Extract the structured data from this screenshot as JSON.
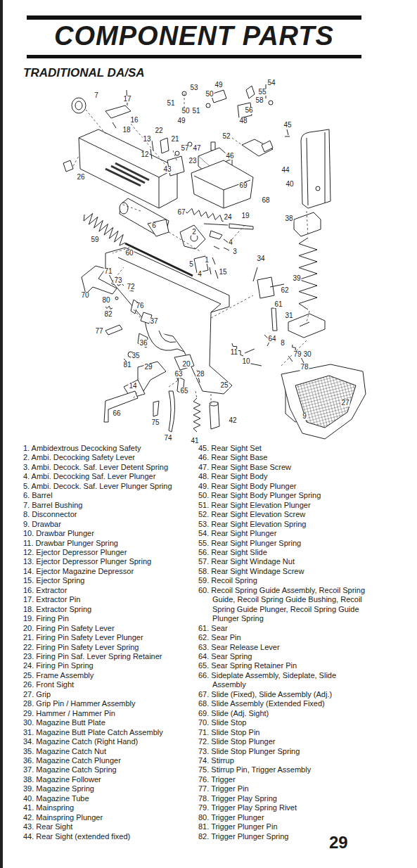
{
  "diagram": {
    "title": "COMPONENT PARTS",
    "labels": [
      "TRADITIONAL DA/SA",
      "7",
      "17",
      "16",
      "18",
      "53",
      "49",
      "50",
      "54",
      "55",
      "58",
      "51",
      "50",
      "51",
      "49",
      "56",
      "48",
      "45",
      "22",
      "21",
      "13",
      "52",
      "12",
      "57",
      "47",
      "46",
      "23",
      "43",
      "44",
      "26",
      "40",
      "69",
      "68",
      "67",
      "24",
      "19",
      "38",
      "6",
      "2",
      "4",
      "3",
      "59",
      "60",
      "5",
      "1",
      "34",
      "4",
      "15",
      "71",
      "73",
      "72",
      "39",
      "70",
      "62",
      "80",
      "76",
      "61",
      "82",
      "31",
      "37",
      "77",
      "36",
      "64",
      "8",
      "11",
      "79",
      "30",
      "35",
      "81",
      "10",
      "78",
      "29",
      "20",
      "63",
      "28",
      "65",
      "25",
      "14",
      "27",
      "9",
      "66",
      "42",
      "75",
      "74",
      "41",
      "1. Ambidextrous Decocking Safety",
      "2. Ambi. Decocking Safety Lever",
      "3. Ambi. Decock. Saf. Lever Detent Spring",
      "4. Ambi. Decocking Saf. Lever Plunger",
      "5. Ambi. Decock. Saf. Lever Plunger Spring",
      "6. Barrel",
      "7. Barrel Bushing",
      "8. Disconnector",
      "9. Drawbar",
      "10. Drawbar Plunger",
      "11. Drawbar Plunger Spring",
      "12. Ejector Depressor Plunger",
      "13. Ejector Depressor Plunger Spring",
      "14. Ejector Magazine Depressor",
      "15. Ejector Spring",
      "16. Extractor",
      "17. Extractor Pin",
      "18. Extractor Spring",
      "19. Firing Pin",
      "20. Firing Pin Safety Lever",
      "21. Firing Pin Safety Lever Plunger",
      "22. Firing Pin Safety Lever Spring",
      "23. Firing Pin Saf. Lever Spring Retainer",
      "24. Firing Pin Spring",
      "25. Frame Assembly",
      "26. Front Sight",
      "27. Grip",
      "28. Grip Pin / Hammer Assembly",
      "29. Hammer / Hammer Pin",
      "30. Magazine Butt Plate",
      "31. Magazine Butt Plate Catch Assembly",
      "34. Magazine Catch (Right Hand)",
      "35. Magazine Catch Nut",
      "36. Magazine Catch Plunger",
      "37. Magazine Catch Spring",
      "38. Magazine Follower",
      "39. Magazine Spring",
      "40. Magazine Tube",
      "41. Mainspring",
      "42. Mainspring Plunger",
      "43. Rear Sight",
      "44. Rear Sight (extended fixed)",
      "45. Rear Sight Set",
      "46. Rear Sight Base",
      "47. Rear Sight Base Screw",
      "48. Rear Sight Body",
      "49. Rear Sight Body Plunger",
      "50. Rear Sight Body Plunger Spring",
      "51. Rear Sight Elevation Plunger",
      "52. Rear Sight Elevation Screw",
      "53. Rear Sight Elevation Spring",
      "54. Rear Sight Plunger",
      "55. Rear Sight Plunger Spring",
      "56. Rear Sight Slide",
      "57. Rear Sight Windage Nut",
      "58. Rear Sight Windage Screw",
      "59. Recoil Spring",
      "60. Recoil Spring Guide Assembly, Recoil Spring Guide, Recoil Spring Guide Bushing, Recoil Spring Guide Plunger, Recoil Spring Guide Plunger Spring",
      "61. Sear",
      "62. Sear Pin",
      "63. Sear Release Lever",
      "64. Sear Spring",
      "65. Sear Spring Retainer Pin",
      "66. Sideplate Assembly, Sideplate, Slide Assembly",
      "67. Slide (Fixed), Slide Assembly (Adj.)",
      "68. Slide Assembly (Extended Fixed)",
      "69. Slide (Adj. Sight)",
      "70. Slide Stop",
      "71. Slide Stop Pin",
      "72. Slide Stop Plunger",
      "73. Slide Stop Plunger Spring",
      "74. Stirrup",
      "75. Stirrup Pin, Trigger Assembly",
      "76. Trigger",
      "77. Trigger Pin",
      "78. Trigger Play Spring",
      "79. Trigger Play Spring Rivet",
      "80. Trigger Plunger",
      "81. Trigger Plunger Pin",
      "82. Trigger Plunger Spring",
      "29"
    ]
  }
}
